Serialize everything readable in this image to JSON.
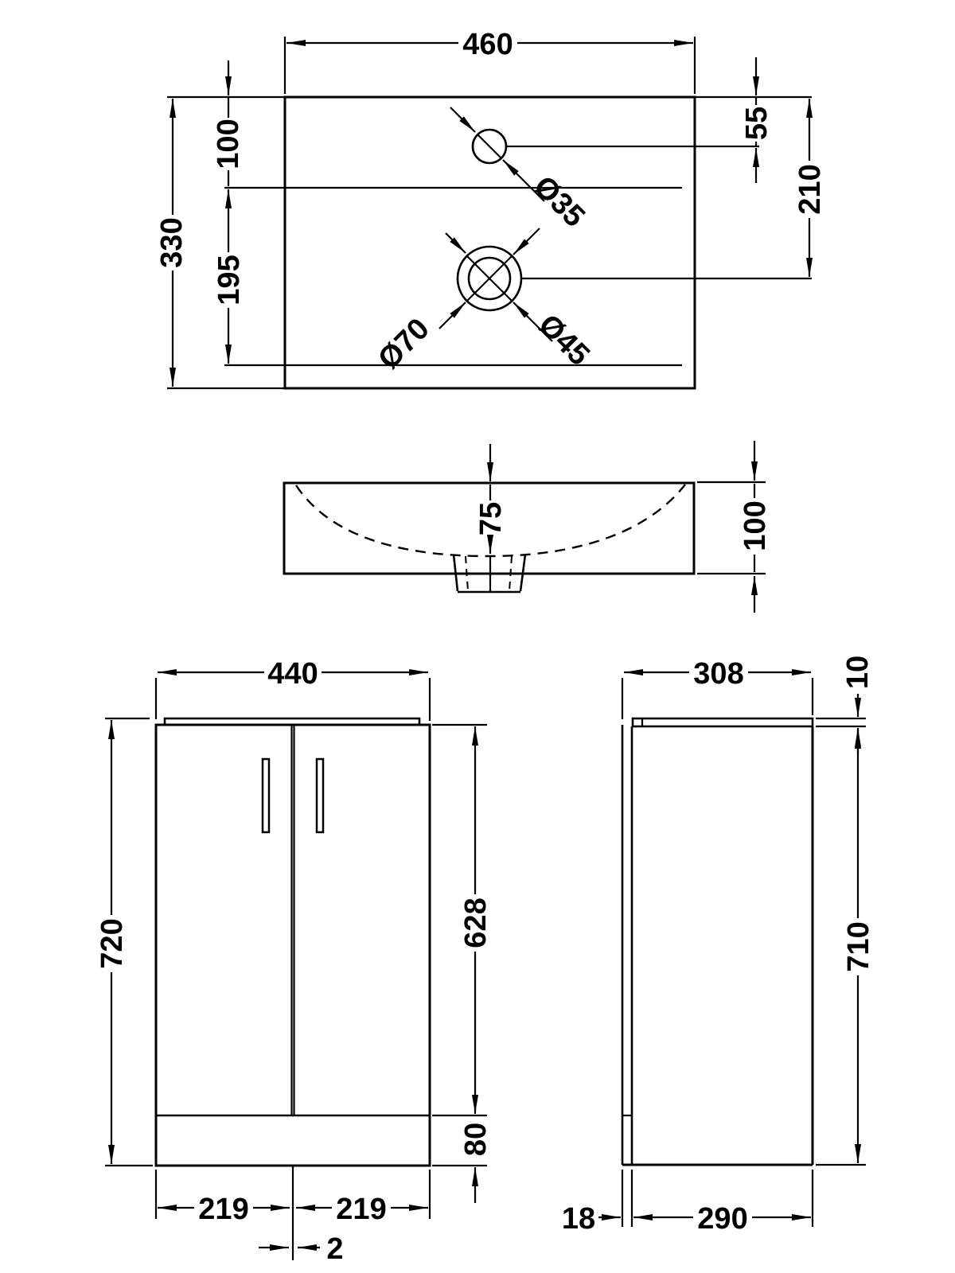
{
  "meta": {
    "ink_color": "#000000",
    "bg_color": "#ffffff"
  },
  "views": {
    "basin_plan": {
      "width": "460",
      "depth": "330",
      "back_edge_to_bowl": "100",
      "bowl_length": "195",
      "tap_from_top": "55",
      "drain_from_top": "210",
      "tap_hole_dia": "Ø35",
      "waste_dia": "Ø45",
      "waste_flange_dia": "Ø70"
    },
    "basin_section": {
      "bowl_depth": "75",
      "overall_height": "100"
    },
    "cabinet_front": {
      "width": "440",
      "overall_height": "720",
      "door_height": "628",
      "plinth_height": "80",
      "left_door_width": "219",
      "right_door_width": "219",
      "door_gap": "2"
    },
    "cabinet_side": {
      "overall_depth": "308",
      "worktop_thickness": "10",
      "carcass_height": "710",
      "door_thickness": "18",
      "carcass_depth": "290"
    }
  }
}
